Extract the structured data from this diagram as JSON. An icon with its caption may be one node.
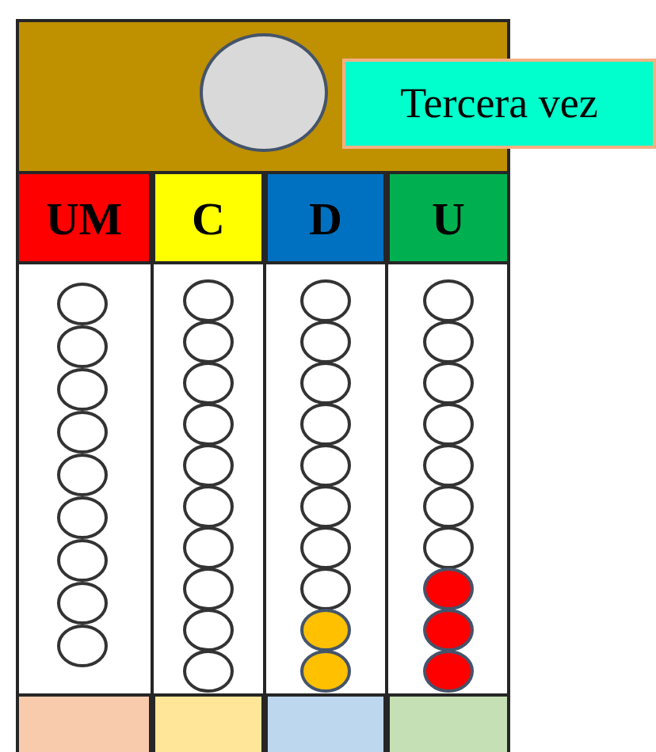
{
  "diagram": {
    "nodes": [
      {
        "text": [],
        "shape": "circle"
      },
      {
        "text": [
          "Tercera vez"
        ]
      },
      {
        "text": [
          "UM"
        ]
      },
      {
        "text": [
          "C"
        ]
      },
      {
        "text": [
          "D"
        ]
      },
      {
        "text": [
          "U"
        ]
      }
    ]
  }
}
